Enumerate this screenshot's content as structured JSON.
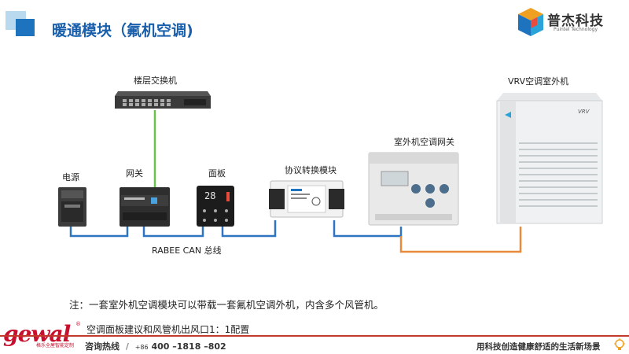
{
  "header": {
    "title": "暖通模块（氟机空调)"
  },
  "logo": {
    "name": "普杰科技",
    "english": "Puintel Technology"
  },
  "diagram": {
    "labels": {
      "switch": "楼层交换机",
      "power": "电源",
      "gateway": "网关",
      "panel": "面板",
      "converter": "协议转换模块",
      "outdoor_gateway": "室外机空调网关",
      "vrv": "VRV空调室外机",
      "bus": "RABEE CAN 总线"
    },
    "panel_display": "28",
    "vrv_badge": "VRV",
    "colors": {
      "bus_wire": "#2f74c0",
      "network_wire": "#6ac04a",
      "vrv_wire": "#e8893c"
    }
  },
  "note": "注：一套室外机空调模块可以带载一套氟机空调外机，内含多个风管机。",
  "sub_note": "空调面板建议和风管机出风口1：1配置",
  "footer": {
    "brand": "gewal",
    "brand_reg": "®",
    "slogan": "格乐全屋智能定制",
    "hotline_label": "咨询热线",
    "hotline_sep": "/",
    "hotline_cc": "+86",
    "hotline_number": "400 –1818 –802",
    "tagline": "用科技创造健康舒适的生活新场景"
  }
}
